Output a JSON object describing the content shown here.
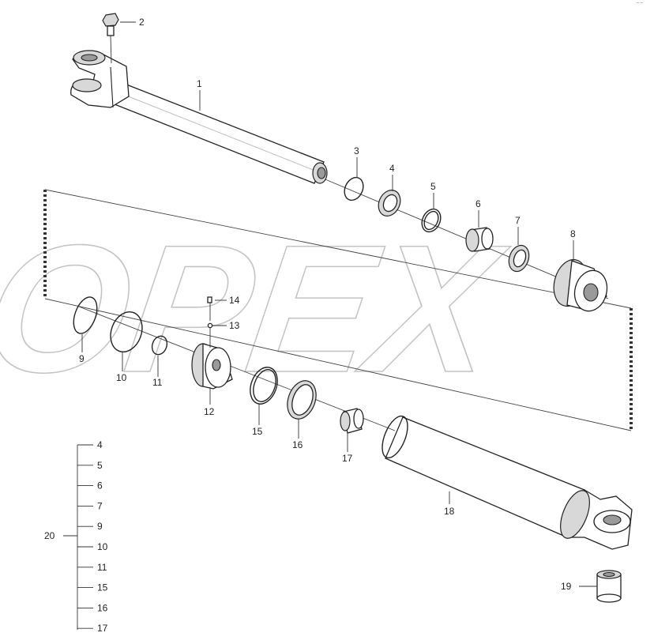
{
  "watermark": "OPEX",
  "corner_mark": "‾ ‾",
  "callouts": {
    "p1": "1",
    "p2": "2",
    "p3": "3",
    "p4": "4",
    "p5": "5",
    "p6": "6",
    "p7": "7",
    "p8": "8",
    "p9": "9",
    "p10": "10",
    "p11": "11",
    "p12": "12",
    "p13": "13",
    "p14": "14",
    "p15": "15",
    "p16": "16",
    "p17": "17",
    "p18": "18",
    "p19": "19"
  },
  "kit": {
    "label": "20",
    "items": [
      "4",
      "5",
      "6",
      "7",
      "9",
      "10",
      "11",
      "15",
      "16",
      "17"
    ]
  }
}
